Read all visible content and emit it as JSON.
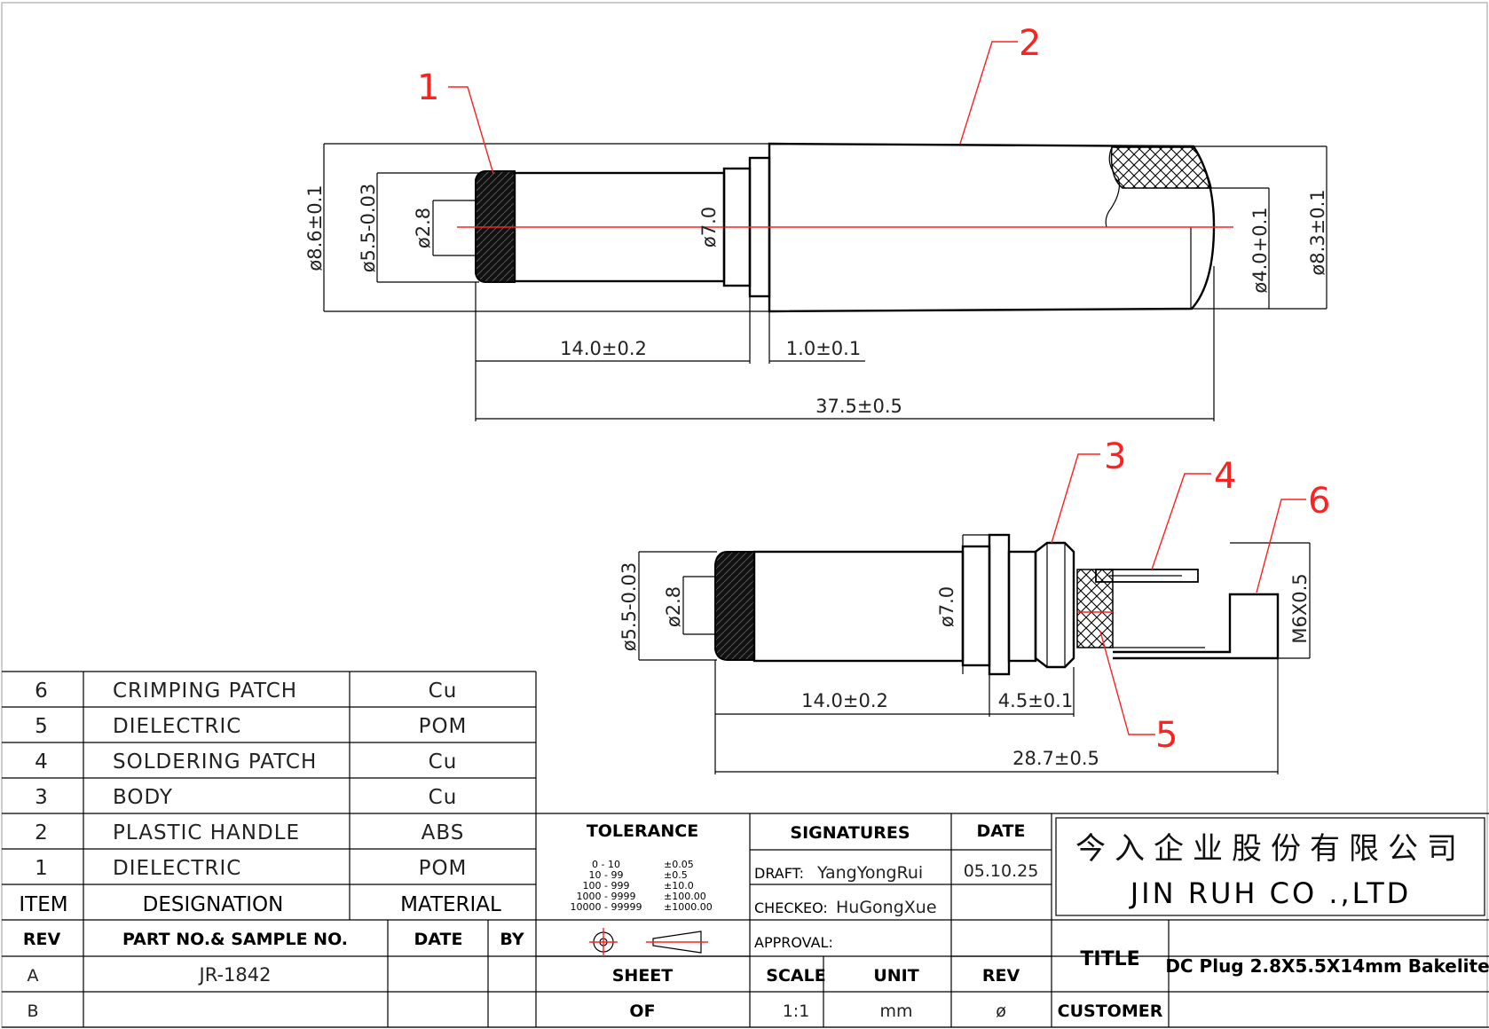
{
  "balloons": [
    "1",
    "2",
    "3",
    "4",
    "5",
    "6"
  ],
  "top_view": {
    "dims": {
      "d_outer": "ø8.6±0.1",
      "d_pin": "ø5.5-0.03",
      "d_hole": "ø2.8",
      "d_body": "ø7.0",
      "d_inner": "ø4.0+0.1",
      "d_handle": "ø8.3±0.1",
      "len_pin": "14.0±0.2",
      "len_flange": "1.0±0.1",
      "len_total": "37.5±0.5"
    }
  },
  "bottom_view": {
    "dims": {
      "d_pin": "ø5.5-0.03",
      "d_hole": "ø2.8",
      "d_body": "ø7.0",
      "thread": "M6X0.5",
      "len_pin": "14.0±0.2",
      "len_body": "4.5±0.1",
      "len_total": "28.7±0.5"
    }
  },
  "bom": {
    "rows": [
      {
        "item": "6",
        "designation": "CRIMPING PATCH",
        "material": "Cu"
      },
      {
        "item": "5",
        "designation": "DIELECTRIC",
        "material": "POM"
      },
      {
        "item": "4",
        "designation": "SOLDERING PATCH",
        "material": "Cu"
      },
      {
        "item": "3",
        "designation": "BODY",
        "material": "Cu"
      },
      {
        "item": "2",
        "designation": "PLASTIC HANDLE",
        "material": "ABS"
      },
      {
        "item": "1",
        "designation": "DIELECTRIC",
        "material": "POM"
      }
    ],
    "header": {
      "item": "ITEM",
      "designation": "DESIGNATION",
      "material": "MATERIAL"
    }
  },
  "rev_table": {
    "header": {
      "rev": "REV",
      "part": "PART NO.& SAMPLE NO.",
      "date": "DATE",
      "by": "BY"
    },
    "rows": [
      {
        "rev": "A",
        "part": "JR-1842",
        "date": "",
        "by": ""
      },
      {
        "rev": "B",
        "part": "",
        "date": "",
        "by": ""
      }
    ]
  },
  "tolerance": {
    "title": "TOLERANCE",
    "rows": [
      {
        "range": "0 - 10",
        "tol": "±0.05"
      },
      {
        "range": "10 - 99",
        "tol": "±0.5"
      },
      {
        "range": "100 - 999",
        "tol": "±10.0"
      },
      {
        "range": "1000 - 9999",
        "tol": "±100.00"
      },
      {
        "range": "10000 - 99999",
        "tol": "±1000.00"
      }
    ]
  },
  "signatures": {
    "title": "SIGNATURES",
    "date_title": "DATE",
    "draft_label": "DRAFT:",
    "draft_name": "YangYongRui",
    "draft_date": "05.10.25",
    "checked_label": "CHECKEO:",
    "checked_name": "HuGongXue",
    "approval_label": "APPROVAL:"
  },
  "sheet": {
    "sheet_label": "SHEET",
    "of_label": "OF",
    "scale_label": "SCALE",
    "scale_value": "1:1",
    "unit_label": "UNIT",
    "unit_value": "mm",
    "rev_label": "REV",
    "rev_value": "ø"
  },
  "company": {
    "name_cn": "今入企业股份有限公司",
    "name_en": "JIN RUH CO .,LTD"
  },
  "title_block": {
    "title_label": "TITLE",
    "title_value": "DC Plug 2.8X5.5X14mm Bakelite",
    "customer_label": "CUSTOMER",
    "customer_value": ""
  }
}
